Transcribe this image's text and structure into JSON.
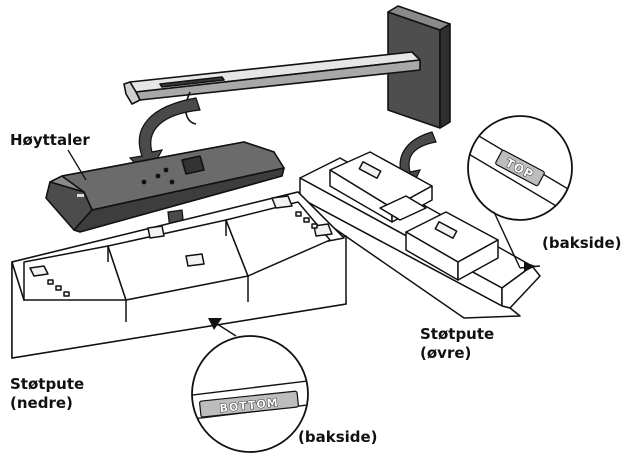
{
  "labels": {
    "speaker": "Høyttaler",
    "lower_title": "Støtpute",
    "lower_sub": "(nedre)",
    "upper_title": "Støtpute",
    "upper_sub": "(øvre)",
    "backside_upper": "(bakside)",
    "backside_lower": "(bakside)"
  },
  "embossed": {
    "top": "TOP",
    "bottom": "BOTTOM"
  },
  "colors": {
    "line": "#111111",
    "speaker_fill": "#6b6b6b",
    "bracket_fill": "#cfcfcf",
    "cushion_fill": "#ffffff",
    "arrow_fill": "#4a4a4a"
  }
}
